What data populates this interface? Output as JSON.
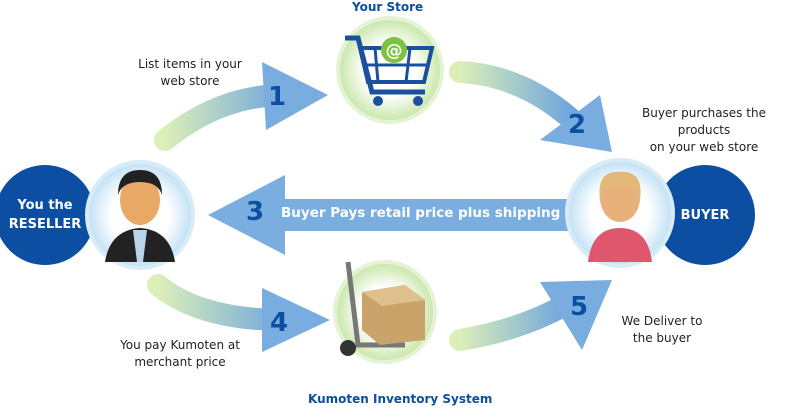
{
  "store_title": "Your Store",
  "inventory_title": "Kumoten Inventory System",
  "reseller": {
    "line1": "You the",
    "line2": "RESELLER"
  },
  "buyer": {
    "label": "BUYER"
  },
  "steps": [
    {
      "number": "1",
      "line1": "List items in your",
      "line2": "web store"
    },
    {
      "number": "2",
      "line1": "Buyer purchases the products",
      "line2": "on your web store"
    },
    {
      "number": "3",
      "text": "Buyer Pays retail price plus shipping"
    },
    {
      "number": "4",
      "line1": "You pay Kumoten at",
      "line2": "merchant price"
    },
    {
      "number": "5",
      "line1": "We Deliver to",
      "line2": "the buyer"
    }
  ],
  "colors": {
    "dark_blue": "#0b4ea2",
    "arrow_blue": "#7aaee0",
    "arrow_green": "#d8ecb2"
  }
}
